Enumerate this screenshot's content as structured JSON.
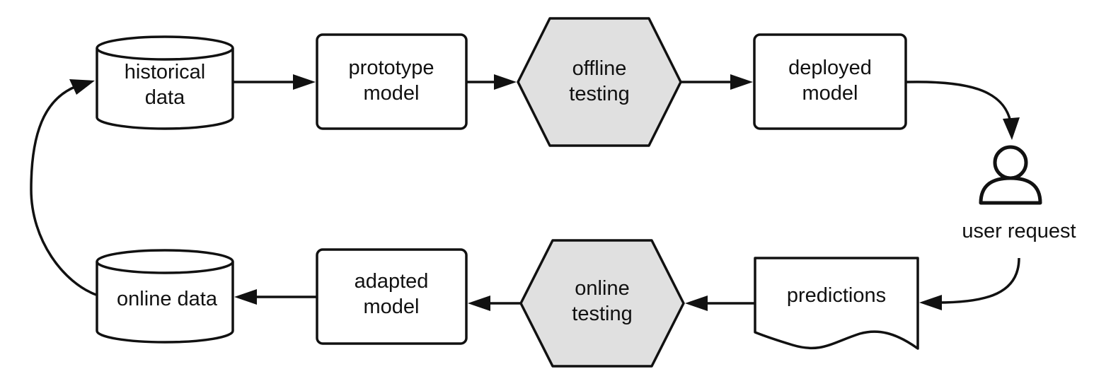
{
  "nodes": {
    "historical_data": {
      "line1": "historical",
      "line2": "data"
    },
    "prototype_model": {
      "line1": "prototype",
      "line2": "model"
    },
    "offline_testing": {
      "line1": "offline",
      "line2": "testing"
    },
    "deployed_model": {
      "line1": "deployed",
      "line2": "model"
    },
    "user_request": {
      "label": "user request"
    },
    "predictions": {
      "label": "predictions"
    },
    "online_testing": {
      "line1": "online",
      "line2": "testing"
    },
    "adapted_model": {
      "line1": "adapted",
      "line2": "model"
    },
    "online_data": {
      "label": "online data"
    }
  },
  "icons": {
    "user": "user-icon"
  },
  "colors": {
    "stroke": "#111111",
    "testing_fill": "#e0e0e0",
    "node_fill": "#ffffff"
  }
}
